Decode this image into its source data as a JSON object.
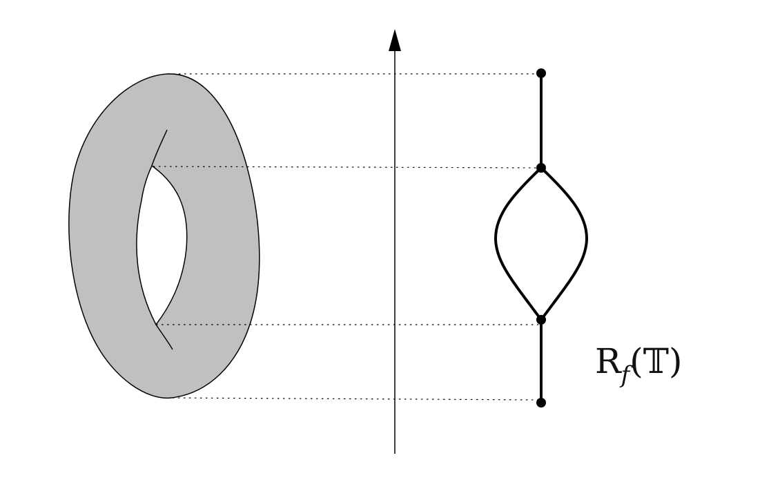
{
  "figure": {
    "label": {
      "main": "R",
      "subscript": "f",
      "open_paren": "(",
      "argument": "𝕋",
      "close_paren": ")"
    },
    "colors": {
      "torus_fill": "#c0c0c0",
      "stroke": "#000000",
      "background": "#ffffff"
    },
    "graph_nodes": [
      "maximum",
      "upper-saddle",
      "lower-saddle",
      "minimum"
    ]
  }
}
